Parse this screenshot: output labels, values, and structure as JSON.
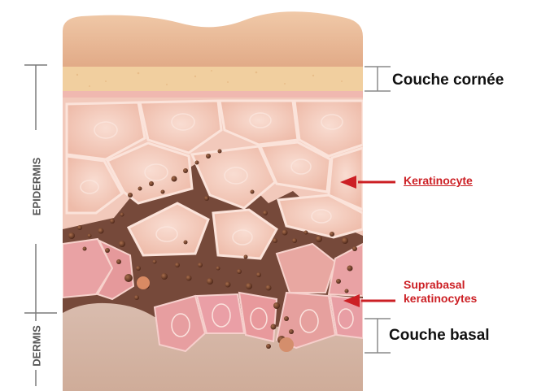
{
  "labels": {
    "stratum_corneum": "Couche cornée",
    "keratinocyte": "Keratinocyte",
    "suprabasal_line1": "Suprabasal",
    "suprabasal_line2": "keratinocytes",
    "basal_layer": "Couche basal",
    "epidermis": "EPIDERMIS",
    "dermis": "DERMIS"
  },
  "colors": {
    "label_red": "#cc1f24",
    "skin_top": "#e8b995",
    "corneum_band": "#f2d2a2",
    "epidermis_cells": "#f3cbbe",
    "melanin_matrix": "#7a4a38",
    "dermis": "#d3b1a0"
  }
}
